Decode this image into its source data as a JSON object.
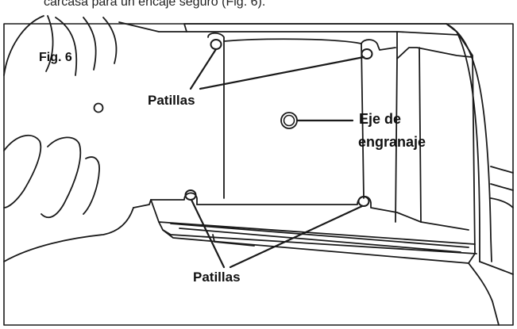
{
  "caption": "carcasa para un encaje seguro (Fig. 6).",
  "figure": {
    "label": "Fig. 6",
    "callouts": {
      "tabs_top": "Patillas",
      "gear_axis_line1": "Eje de",
      "gear_axis_line2": "engranaje",
      "tabs_bottom": "Patillas"
    }
  },
  "colors": {
    "line": "#1a1a1a",
    "background": "#ffffff",
    "fill": "#ffffff"
  }
}
